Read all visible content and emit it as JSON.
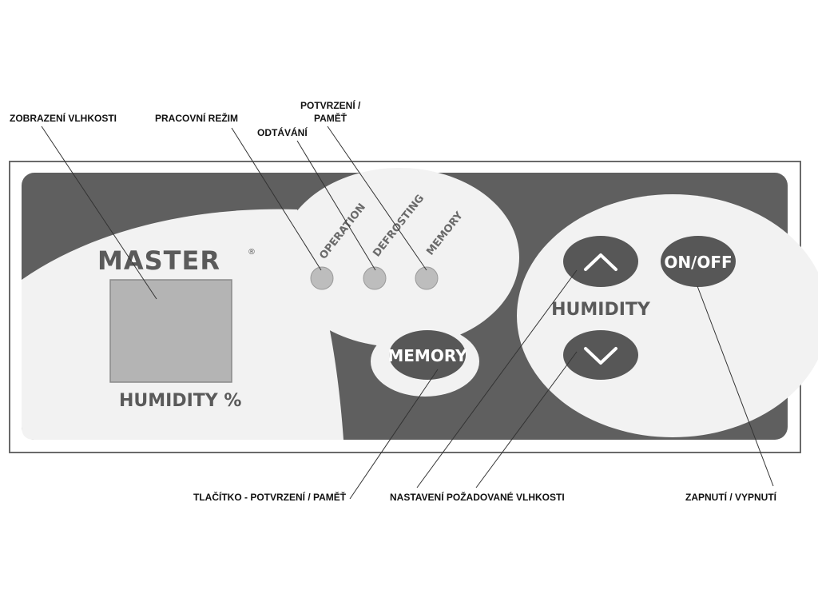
{
  "callouts": {
    "humidity_display": "ZOBRAZENÍ VLHKOSTI",
    "work_mode": "PRACOVNÍ REŽIM",
    "defrost": "ODTÁVÁNÍ",
    "confirm_line1": "POTVRZENÍ /",
    "confirm_line2": "PAMĚŤ",
    "memory_button": "TLAČÍTKO - POTVRZENÍ / PAMĚŤ",
    "set_humidity": "NASTAVENÍ POŽADOVANÉ VLHKOSTI",
    "power": "ZAPNUTÍ / VYPNUTÍ"
  },
  "panel": {
    "brand": "MASTER",
    "brand_mark": "®",
    "display_label": "HUMIDITY %",
    "indicators": [
      {
        "label": "OPERATION"
      },
      {
        "label": "DEFROSTING"
      },
      {
        "label": "MEMORY"
      }
    ],
    "memory_button_label": "MEMORY",
    "humidity_label": "HUMIDITY",
    "up_icon": "chevron-up-icon",
    "down_icon": "chevron-down-icon",
    "power_button_label": "ON/OFF"
  },
  "colors": {
    "panel_dark": "#5f5f5f",
    "panel_light": "#f2f2f2",
    "button": "#575757",
    "display": "#b4b4b4",
    "led": "#bdbdbd",
    "frame": "#6a6a6a"
  }
}
